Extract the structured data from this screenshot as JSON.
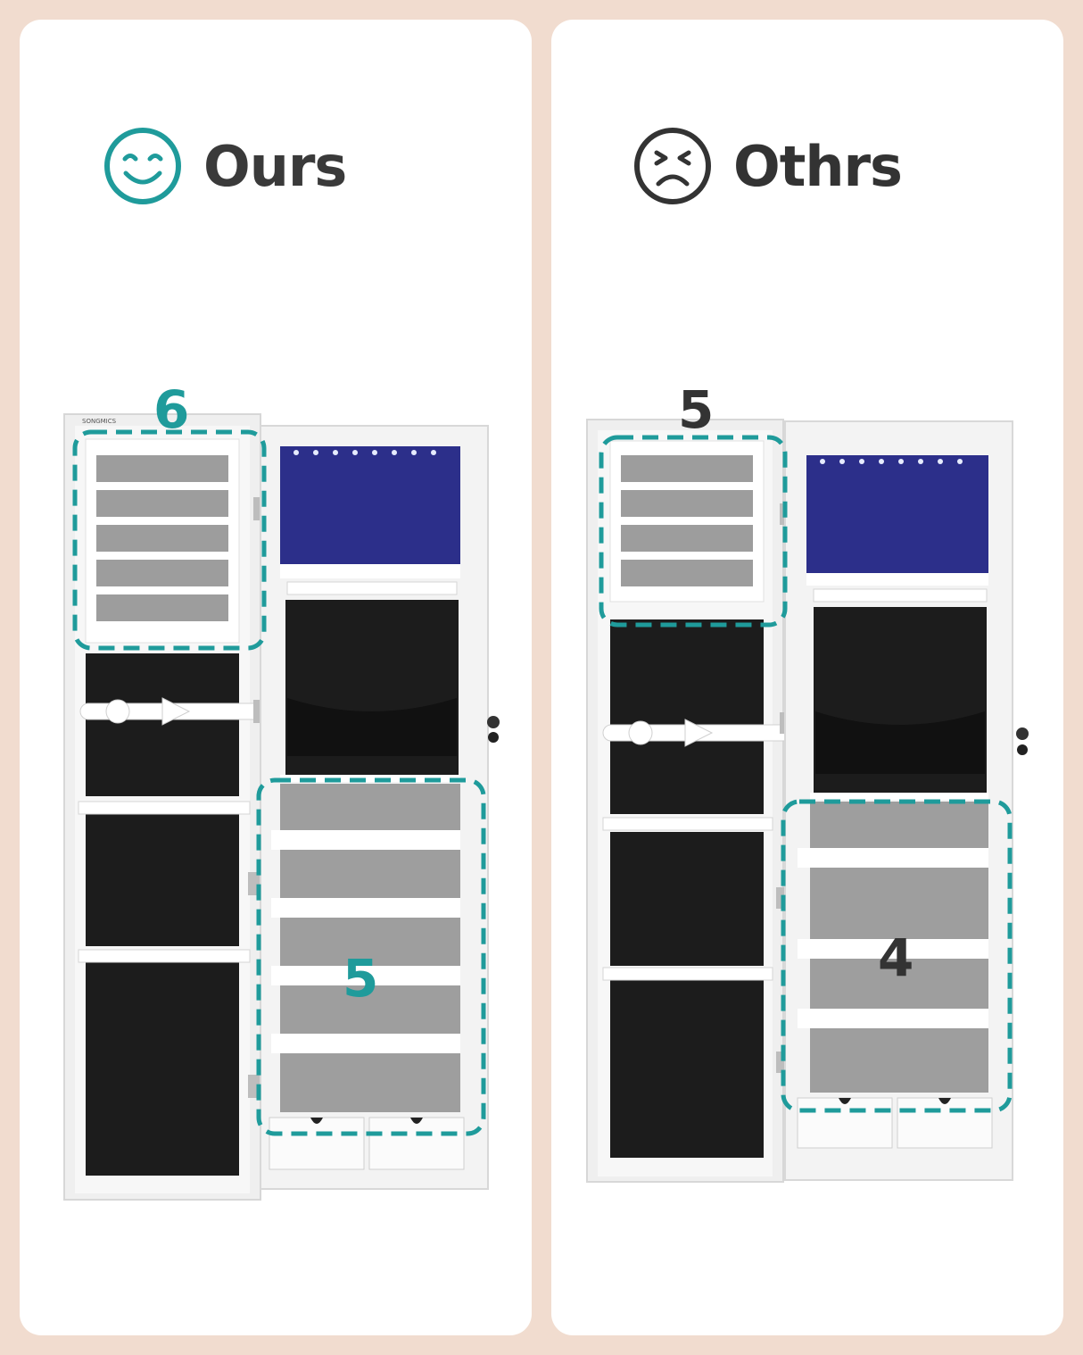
{
  "colors": {
    "background": "#f1dccf",
    "panel": "#ffffff",
    "accent_teal": "#1f9b9b",
    "dark_text": "#333333",
    "fabric_black": "#1c1c1c",
    "led_blue": "#2c2f8a",
    "shelf_gray": "#9e9e9e"
  },
  "ours": {
    "icon": "happy-face-icon",
    "label": "Ours",
    "top_count": "6",
    "bottom_count": "5"
  },
  "others": {
    "icon": "sad-face-icon",
    "label": "Othrs",
    "top_count": "5",
    "bottom_count": "4"
  }
}
